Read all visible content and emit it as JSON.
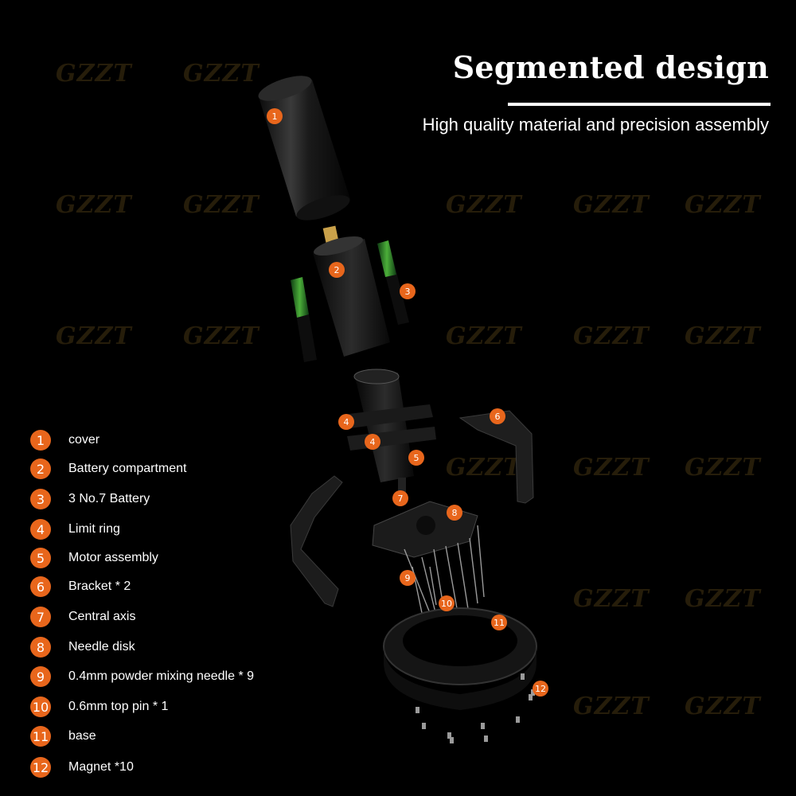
{
  "header": {
    "title": "Segmented design",
    "subtitle": "High quality material and precision assembly"
  },
  "watermark": "GZZT",
  "accent_color": "#e8661c",
  "legend": [
    {
      "num": "1",
      "label": "cover"
    },
    {
      "num": "2",
      "label": "Battery compartment"
    },
    {
      "num": "3",
      "label": "3 No.7 Battery"
    },
    {
      "num": "4",
      "label": "Limit ring"
    },
    {
      "num": "5",
      "label": "Motor assembly"
    },
    {
      "num": "6",
      "label": "Bracket * 2"
    },
    {
      "num": "7",
      "label": "Central axis"
    },
    {
      "num": "8",
      "label": "Needle disk"
    },
    {
      "num": "9",
      "label": "0.4mm powder mixing needle * 9"
    },
    {
      "num": "10",
      "label": "0.6mm top pin * 1"
    },
    {
      "num": "11",
      "label": "base"
    },
    {
      "num": "12",
      "label": "Magnet *10"
    }
  ],
  "callouts": [
    "1",
    "2",
    "3",
    "4",
    "4",
    "5",
    "6",
    "7",
    "8",
    "9",
    "10",
    "11",
    "12"
  ]
}
